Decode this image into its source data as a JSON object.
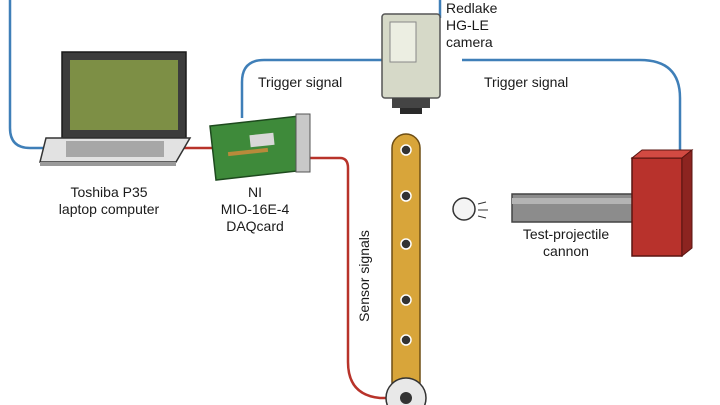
{
  "labels": {
    "camera": [
      "Redlake",
      "HG-LE",
      "camera"
    ],
    "trigger_left": "Trigger signal",
    "trigger_right": "Trigger signal",
    "laptop": [
      "Toshiba P35",
      "laptop computer"
    ],
    "daq": [
      "NI",
      "MIO-16E-4",
      "DAQcard"
    ],
    "sensor": "Sensor signals",
    "cannon": [
      "Test-projectile",
      "cannon"
    ]
  },
  "colors": {
    "blue_wire": "#3f7fb8",
    "red_wire": "#b8332a",
    "beam": "#d8a53a",
    "pcb": "#3e8a3a",
    "cannon_block": "#b8322c",
    "barrel": "#8c8c8c",
    "laptop_screen": "#7d8f45"
  },
  "icons": [
    "laptop-icon",
    "daq-card-icon",
    "camera-icon",
    "sensor-beam-icon",
    "projectile-icon",
    "cannon-icon"
  ]
}
